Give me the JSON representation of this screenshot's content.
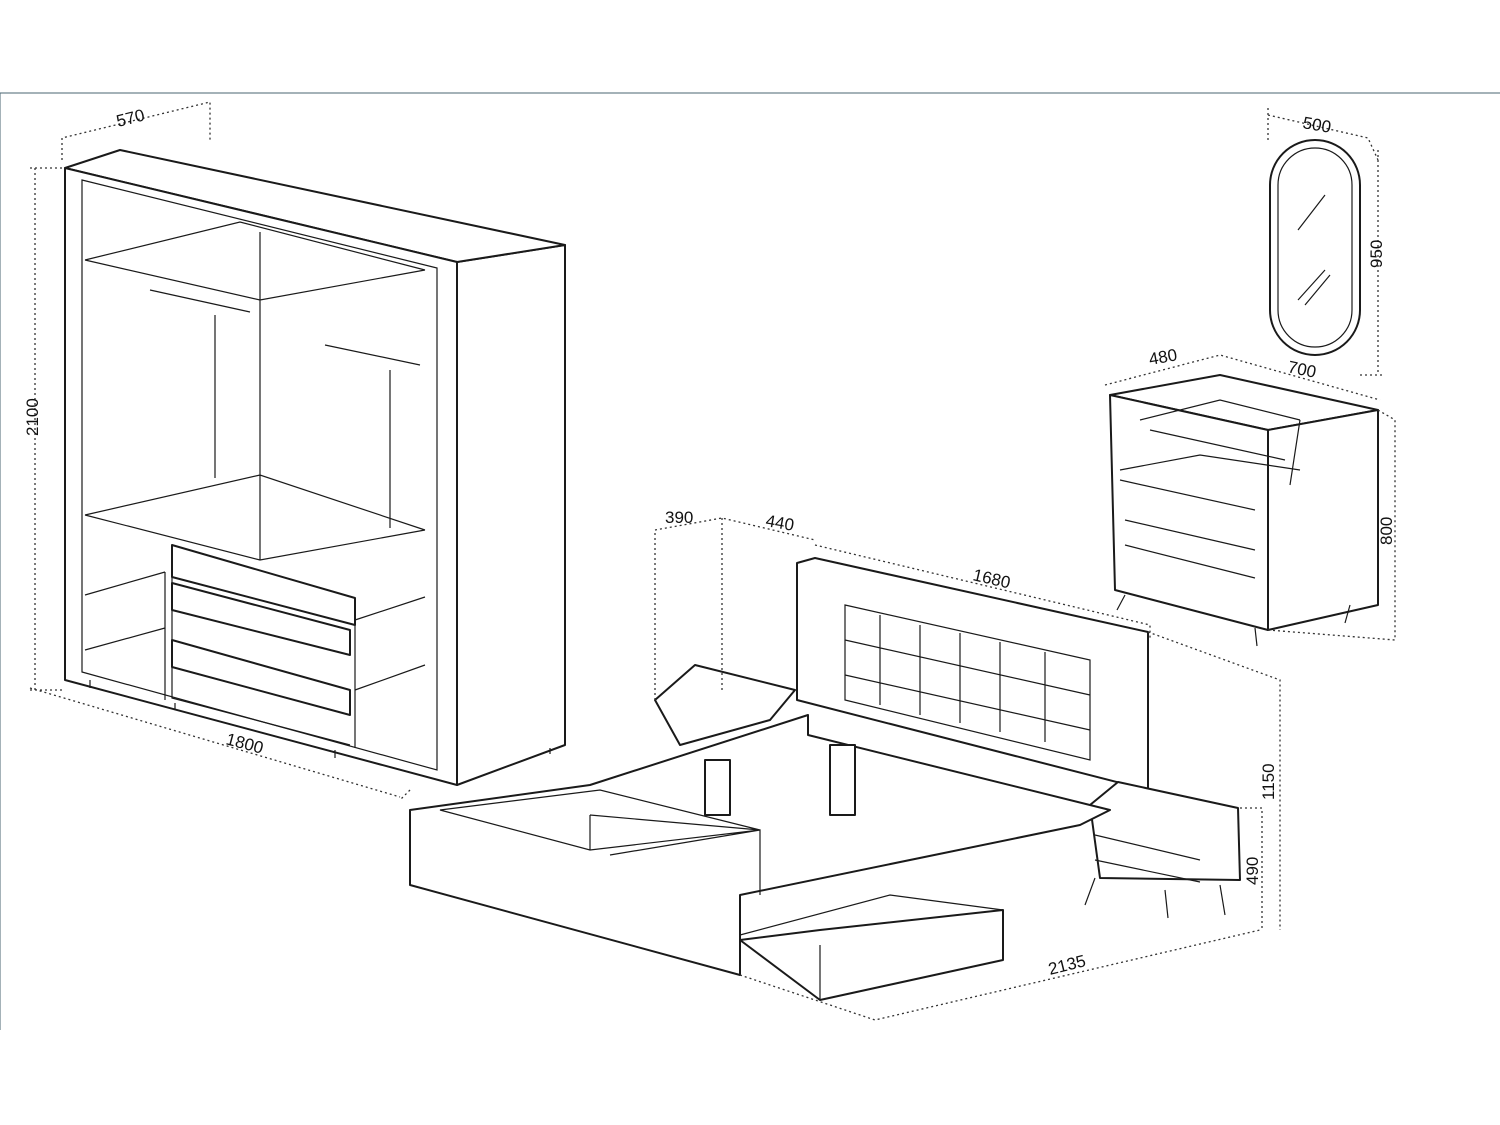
{
  "wardrobe": {
    "depth": "570",
    "height": "2100",
    "width": "1800"
  },
  "mirror": {
    "width": "500",
    "height": "950"
  },
  "dresser": {
    "depth": "480",
    "width": "700",
    "height": "800"
  },
  "bed": {
    "nightstand_depth": "390",
    "nightstand_width": "440",
    "width": "1680",
    "headboard_height": "1150",
    "nightstand_height": "490",
    "length": "2135"
  },
  "colors": {
    "line": "#1a1a1a",
    "frame": "#4a6670"
  }
}
